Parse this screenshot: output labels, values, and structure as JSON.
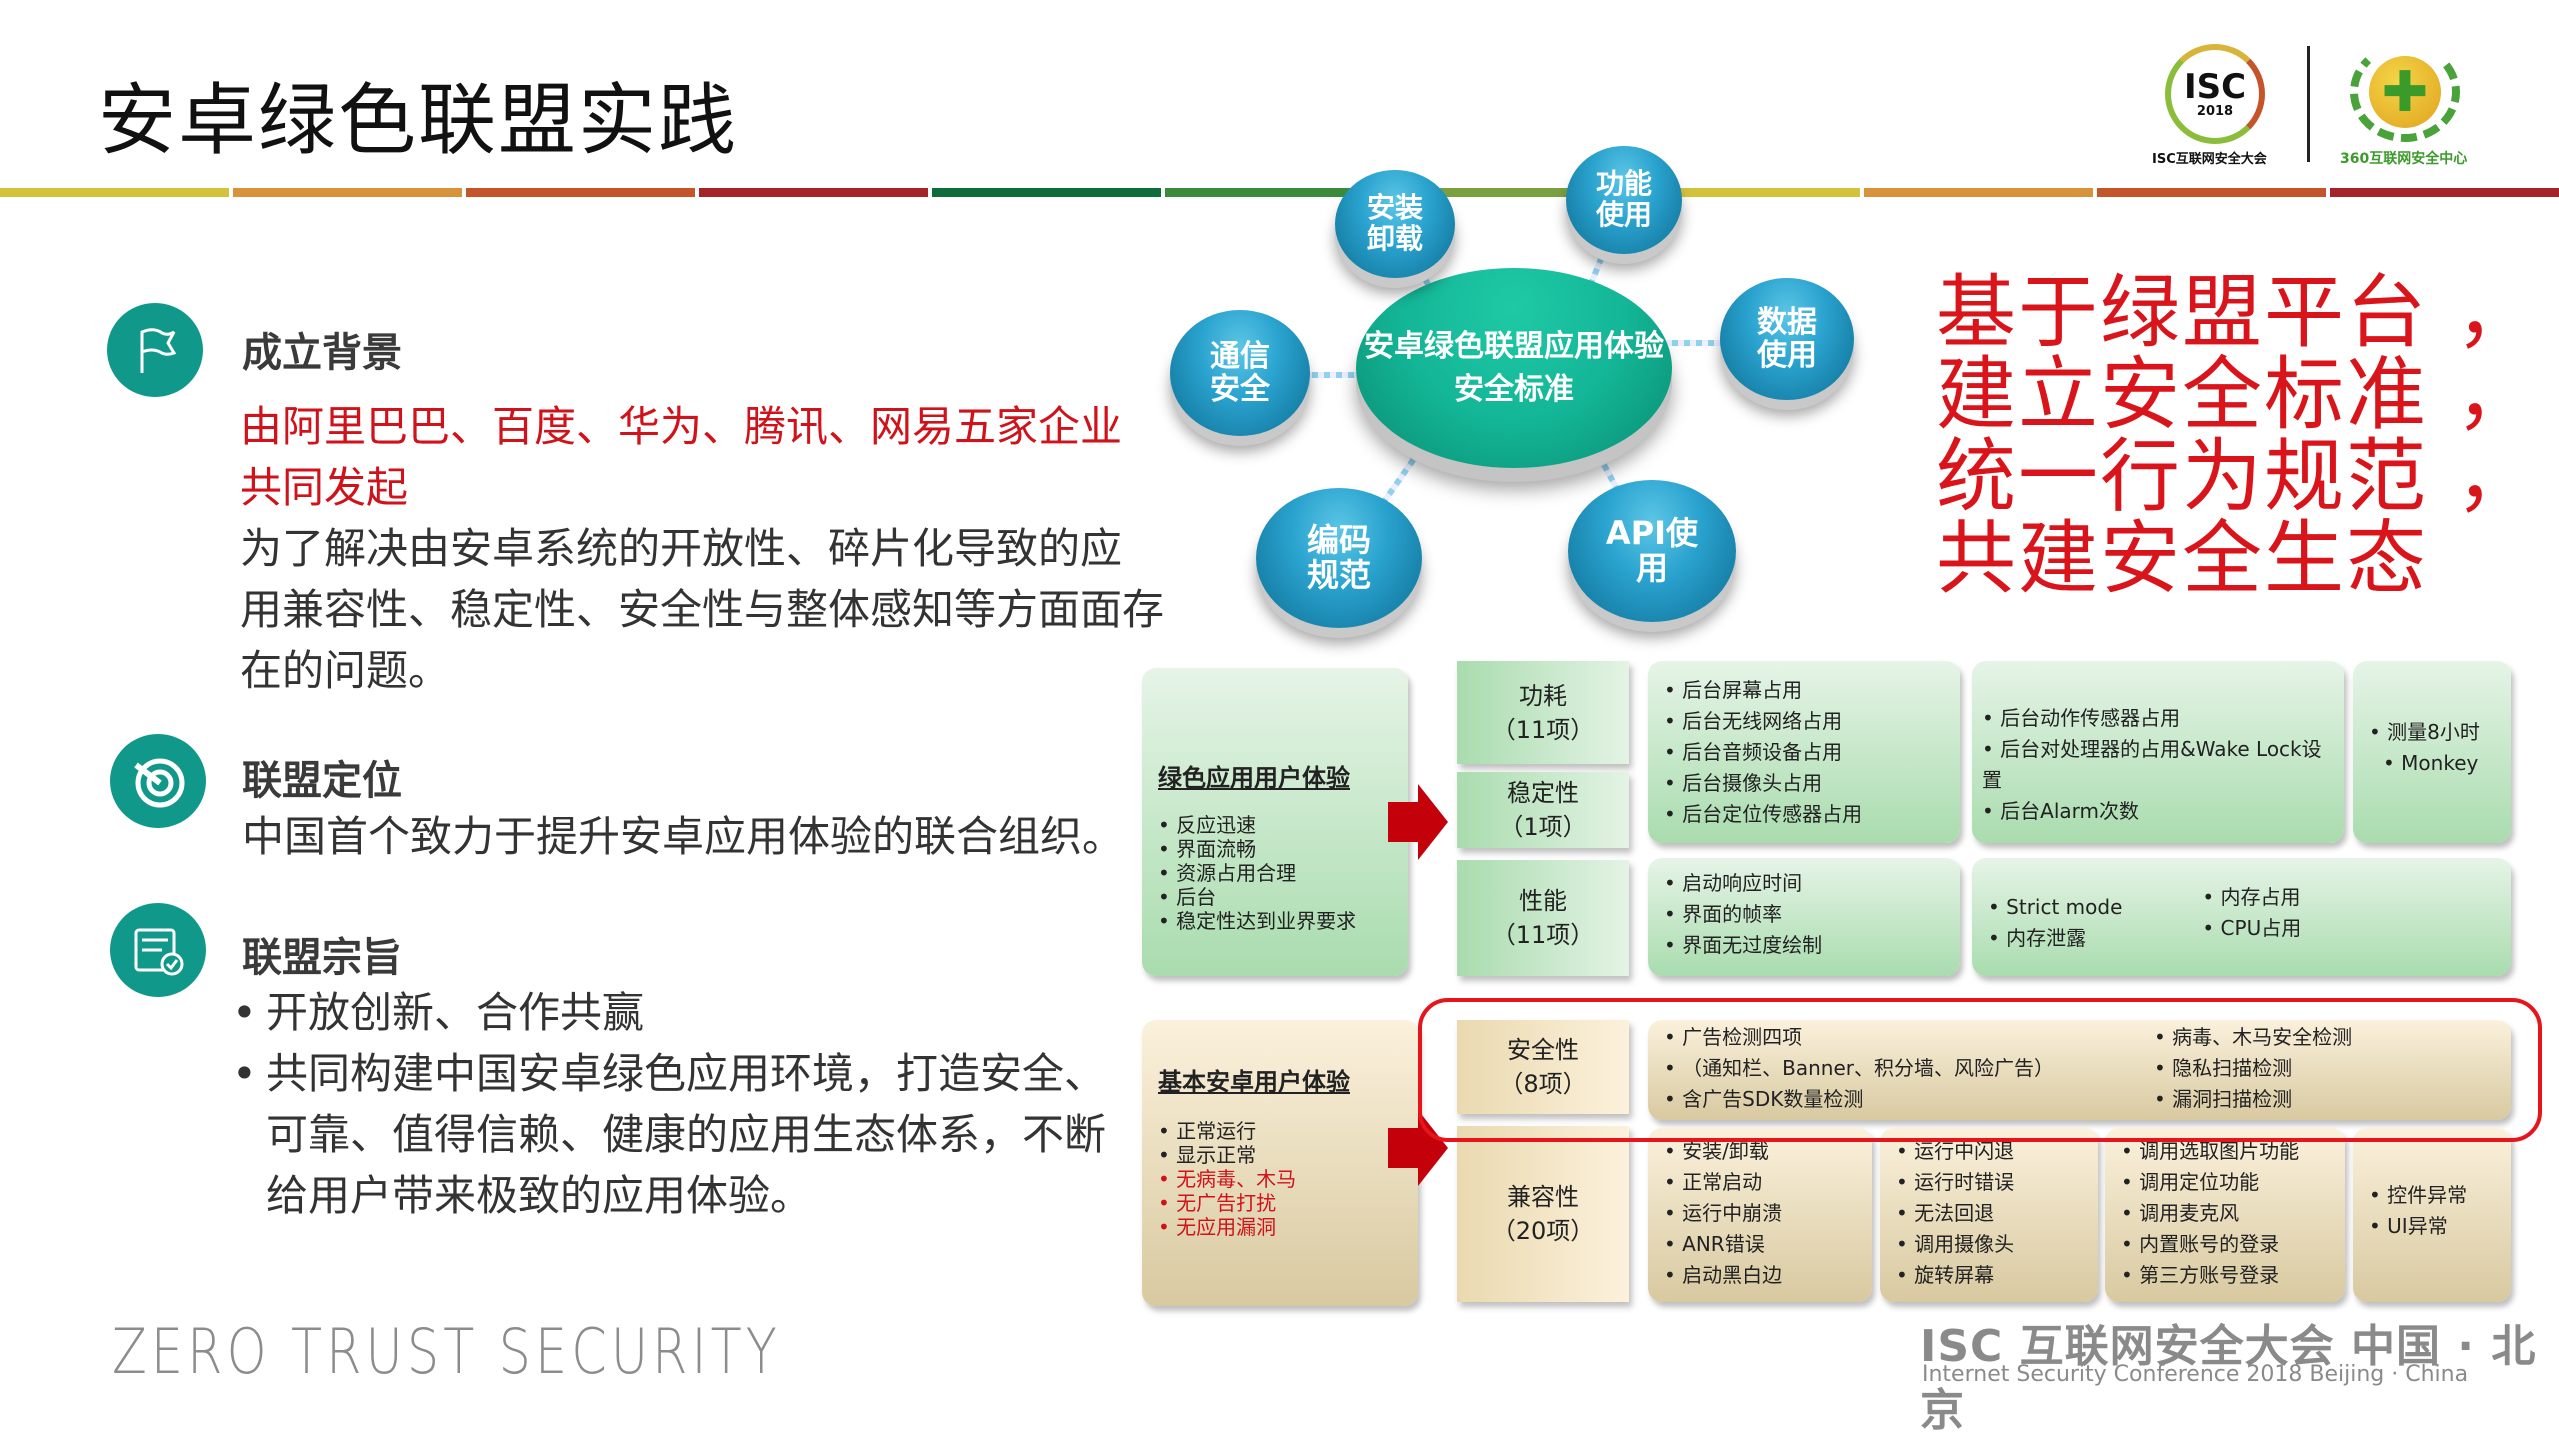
{
  "slide": {
    "title": "安卓绿色联盟实践",
    "header_line_colors": [
      "#d4c33a",
      "#d8923a",
      "#c4552a",
      "#a52228",
      "#0e6b3a",
      "#3a8c3a",
      "#7aa040",
      "#d4c33a",
      "#d8923a",
      "#c4552a",
      "#a52228"
    ],
    "accent_teal": "#10998a",
    "accent_red": "#d0121a"
  },
  "logos": {
    "isc": {
      "mark": "ISC",
      "year": "2018",
      "caption": "ISC互联网安全大会"
    },
    "center360": {
      "caption": "360互联网安全中心"
    }
  },
  "sections": [
    {
      "icon": "flag-icon",
      "heading": "成立背景",
      "red_lines": [
        "由阿里巴巴、百度、华为、腾讯、网易五家企业",
        "共同发起"
      ],
      "body_lines": [
        "为了解决由安卓系统的开放性、碎片化导致的应",
        "用兼容性、稳定性、安全性与整体感知等方面面存",
        "在的问题。"
      ]
    },
    {
      "icon": "target-icon",
      "heading": "联盟定位",
      "body_lines": [
        "中国首个致力于提升安卓应用体验的联合组织。"
      ]
    },
    {
      "icon": "document-check-icon",
      "heading": "联盟宗旨",
      "bullets": [
        "开放创新、合作共赢",
        "共同构建中国安卓绿色应用环境，打造安全、",
        "可靠、值得信赖、健康的应用生态体系，不断",
        "给用户带来极致的应用体验。"
      ]
    }
  ],
  "tagline": "ZERO TRUST SECURITY",
  "slogan": [
    "基于绿盟平台 ，",
    "建立安全标准 ，",
    "统一行为规范 ，",
    "共建安全生态"
  ],
  "diagram": {
    "center": [
      "安卓绿色联盟应用体验",
      "安全标准"
    ],
    "nodes": [
      {
        "lines": [
          "安装",
          "卸载"
        ]
      },
      {
        "lines": [
          "功能",
          "使用"
        ]
      },
      {
        "lines": [
          "通信",
          "安全"
        ]
      },
      {
        "lines": [
          "数据",
          "使用"
        ]
      },
      {
        "lines": [
          "编码",
          "规范"
        ]
      },
      {
        "lines": [
          "API使",
          "用"
        ]
      }
    ]
  },
  "table": {
    "green": {
      "title": "绿色应用用户体验",
      "items": [
        "反应迅速",
        "界面流畅",
        "资源占用合理",
        "后台",
        "稳定性达到业界要求"
      ],
      "categories": [
        {
          "name": "功耗",
          "count": "（11项）"
        },
        {
          "name": "稳定性",
          "count": "（1项）"
        },
        {
          "name": "性能",
          "count": "（11项）"
        }
      ],
      "power_stability_col1": [
        "后台屏幕占用",
        "后台无线网络占用",
        "后台音频设备占用",
        "后台摄像头占用",
        "后台定位传感器占用"
      ],
      "power_stability_col2": [
        "后台动作传感器占用",
        "后台对处理器的占用&Wake Lock设置",
        "后台Alarm次数"
      ],
      "power_stability_col3": [
        "测量8小时",
        "Monkey"
      ],
      "performance_col1": [
        "启动响应时间",
        "界面的帧率",
        "界面无过度绘制"
      ],
      "performance_col2a": [
        "Strict mode",
        "内存泄露"
      ],
      "performance_col2b": [
        "内存占用",
        "CPU占用"
      ]
    },
    "basic": {
      "title": "基本安卓用户体验",
      "items": [
        "正常运行",
        "显示正常"
      ],
      "red_items": [
        "无病毒、木马",
        "无广告打扰",
        "无应用漏洞"
      ],
      "categories": [
        {
          "name": "安全性",
          "count": "（8项）"
        },
        {
          "name": "兼容性",
          "count": "（20项）"
        }
      ],
      "security_col1": [
        "广告检测四项",
        "（通知栏、Banner、积分墙、风险广告）",
        "含广告SDK数量检测"
      ],
      "security_col2": [
        "病毒、木马安全检测",
        "隐私扫描检测",
        "漏洞扫描检测"
      ],
      "compat_col1": [
        "安装/卸载",
        "正常启动",
        "运行中崩溃",
        "ANR错误",
        "启动黑白边"
      ],
      "compat_col2": [
        "运行中闪退",
        "运行时错误",
        "无法回退",
        "调用摄像头",
        "旋转屏幕"
      ],
      "compat_col3": [
        "调用选取图片功能",
        "调用定位功能",
        "调用麦克风",
        "内置账号的登录",
        "第三方账号登录"
      ],
      "compat_col4": [
        "控件异常",
        "UI异常"
      ]
    }
  },
  "footer": {
    "cn": "ISC 互联网安全大会 中国 · 北京",
    "en": "Internet Security Conference 2018   Beijing · China"
  }
}
